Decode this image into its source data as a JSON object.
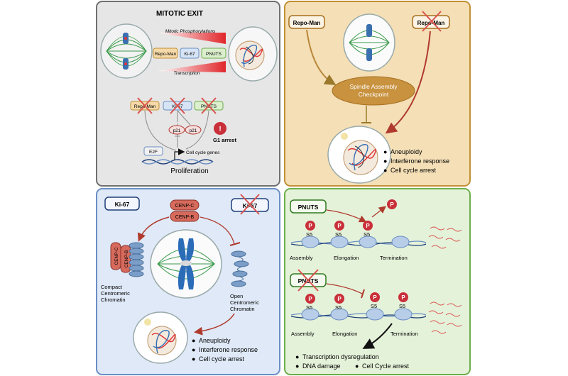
{
  "panels": {
    "mitotic_exit": {
      "title": "MITOTIC EXIT",
      "phos_label": "Mitotic Phosphorylations",
      "transcription_label": "Transcription",
      "proteins": [
        "Repo-Man",
        "Ki-67",
        "PNUTS"
      ],
      "p21": [
        "p21",
        "p21"
      ],
      "arrest_symbol": "!",
      "arrest_label": "G1  arrest",
      "e2f": "E2F",
      "genes_label": "Cell cycle genes",
      "footer": "Proliferation"
    },
    "repo_man": {
      "left_box": "Repo-Man",
      "right_box": "Repo-Man",
      "checkpoint_line1": "Spindle Assembly",
      "checkpoint_line2": "Checkpoint",
      "outcomes": [
        "Aneuploidy",
        "Interferone response",
        "Cell cycle arrest"
      ]
    },
    "ki67": {
      "left_box": "Ki-67",
      "right_box": "Ki-67",
      "cenp_c": "CENP-C",
      "cenp_b": "CENP-B",
      "compact_label": [
        "Compact",
        "Centromeric",
        "Chromatin"
      ],
      "open_label": [
        "Open",
        "Centromeric",
        "Chromatin"
      ],
      "outcomes": [
        "Aneuploidy",
        "Interferone response",
        "Cell cycle arrest"
      ]
    },
    "pnuts": {
      "box_top": "PNUTS",
      "box_bottom": "PNUTS",
      "p": "P",
      "s5": "S5",
      "stages": [
        "Assembly",
        "Elongation",
        "Termination"
      ],
      "outcome_1": "Transcription dysregulation",
      "outcome_2a": "DNA damage",
      "outcome_2b": "Cell Cycle arrest"
    }
  },
  "colors": {
    "panel1_bg": "#e6e6e6",
    "panel2_bg": "#f4dfb6",
    "panel3_bg": "#dfe9f7",
    "panel4_bg": "#e5f2da",
    "panel1_border": "#707070",
    "panel2_border": "#c29036",
    "panel3_border": "#6a8fc4",
    "panel4_border": "#6cae4a",
    "red": "#c0392b",
    "p_circle": "#c9303a",
    "cenp": "#d66a5c",
    "checkpoint": "#c8923f"
  },
  "icons": [
    "mitotic-spindle-cell-icon",
    "nucleus-cell-icon",
    "cross-out-icon",
    "chromosome-icon",
    "nucleosome-icon",
    "mrna-wave-icon",
    "dna-helix-icon"
  ]
}
